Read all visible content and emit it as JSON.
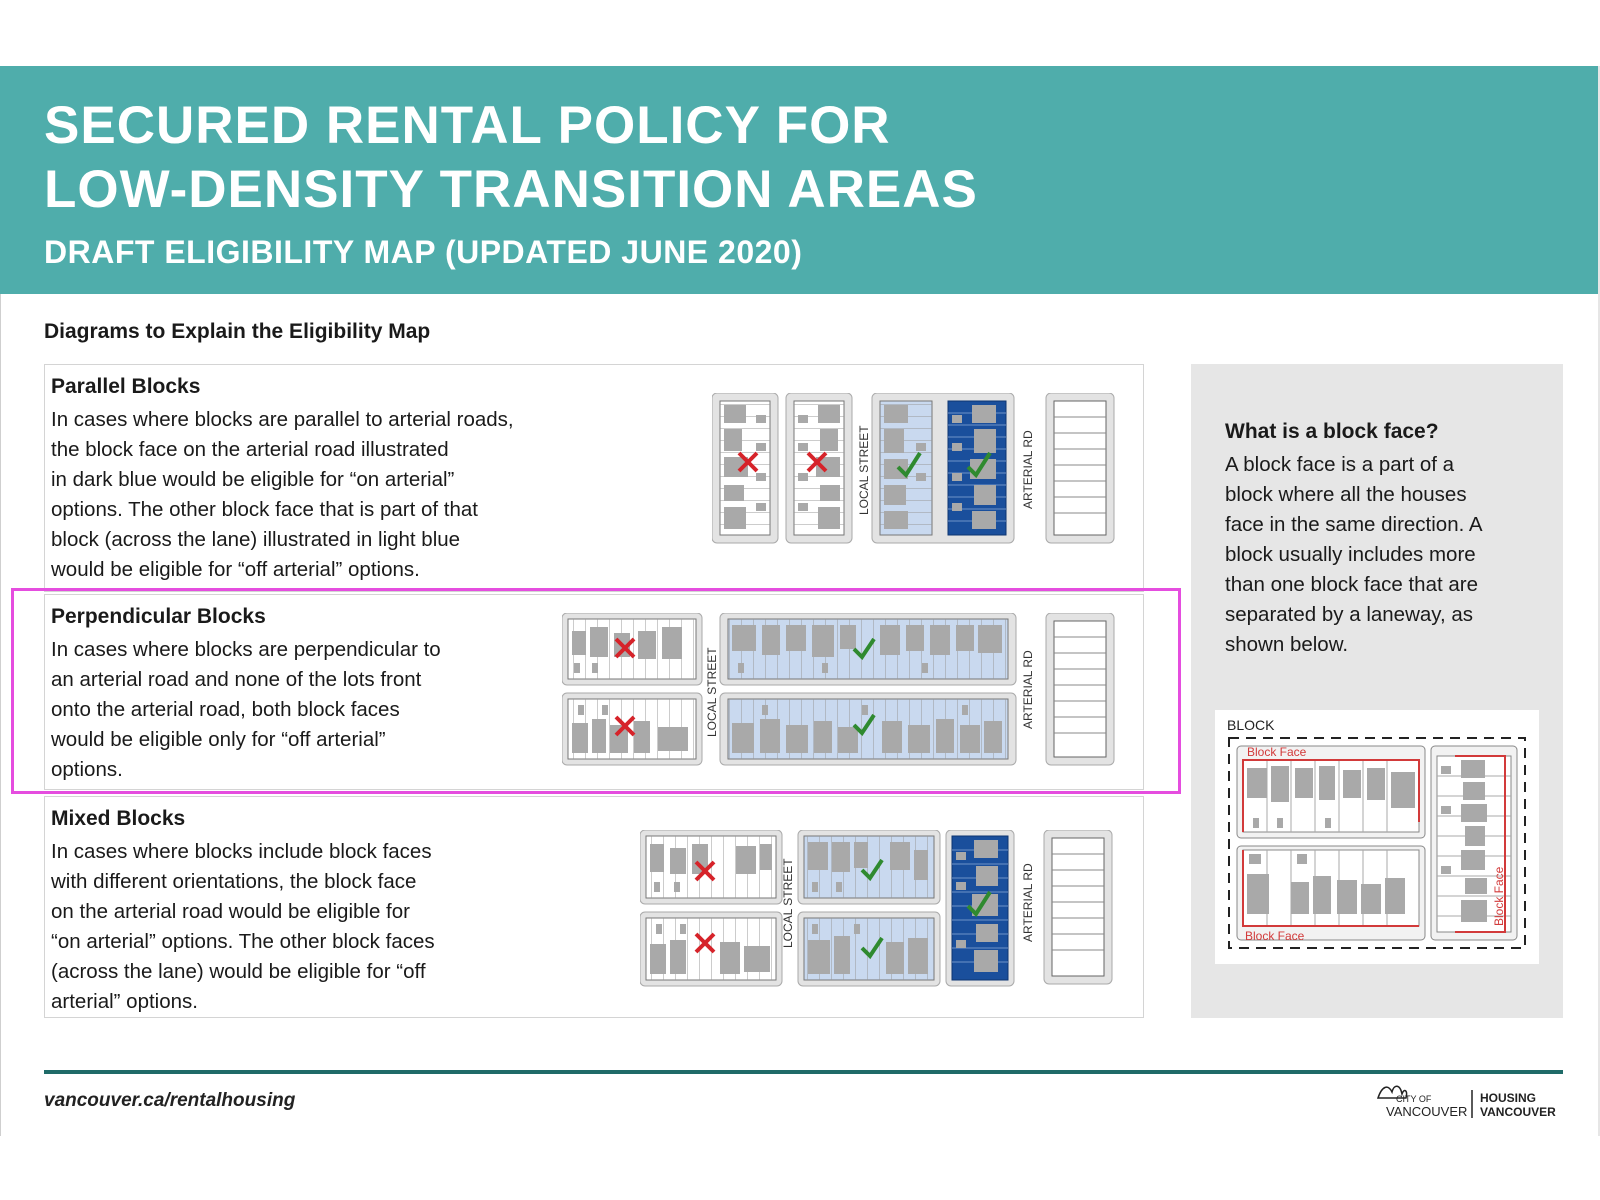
{
  "header": {
    "title_line1": "SECURED RENTAL POLICY FOR",
    "title_line2": "LOW-DENSITY TRANSITION AREAS",
    "subtitle": "DRAFT ELIGIBILITY MAP (UPDATED JUNE 2020)"
  },
  "section_title": "Diagrams to Explain the Eligibility Map",
  "panels": [
    {
      "title": "Parallel Blocks",
      "lines": [
        "In cases where blocks are parallel to arterial roads,",
        "the block face on the arterial road illustrated",
        "in dark blue would be eligible for “on arterial”",
        "options. The other block face that is part of that",
        "block (across the lane) illustrated in light blue",
        "would be eligible for “off arterial” options."
      ]
    },
    {
      "title": "Perpendicular Blocks",
      "lines": [
        "In cases where blocks are perpendicular to",
        "an arterial road and none of the lots front",
        "onto the arterial road, both block faces",
        "would be eligible only for “off arterial”",
        "options."
      ]
    },
    {
      "title": "Mixed Blocks",
      "lines": [
        "In cases where blocks include block faces",
        "with different orientations, the block face",
        "on the arterial road would be eligible for",
        "“on arterial” options. The other block faces",
        "(across the lane) would be eligible for “off",
        "arterial” options."
      ]
    }
  ],
  "diagram_labels": {
    "local_street": "LOCAL STREET",
    "arterial_rd": "ARTERIAL RD",
    "block": "BLOCK",
    "block_face": "Block Face"
  },
  "sidebar": {
    "title": "What is a block face?",
    "lines": [
      "A block face is a part of a",
      "block where all the houses",
      "face in the same direction. A",
      "block usually includes more",
      "than one block face that are",
      "separated by a laneway, as",
      "shown below."
    ]
  },
  "footer": {
    "url": "vancouver.ca/rentalhousing",
    "logo_city_of": "CITY OF",
    "logo_vancouver": "VANCOUVER",
    "logo_housing": "HOUSING",
    "logo_housing2": "VANCOUVER"
  },
  "colors": {
    "banner": "#4fadab",
    "dark_blue": "#1a4f9c",
    "light_blue": "#c9d9ef",
    "building": "#a9a9a9",
    "ineligible": "#d6232a",
    "eligible": "#2f8a2f",
    "highlight": "#e54ddf",
    "block_face_red": "#d23a3a"
  },
  "icons": [
    "x-mark-icon",
    "check-mark-icon",
    "city-of-vancouver-logo"
  ]
}
